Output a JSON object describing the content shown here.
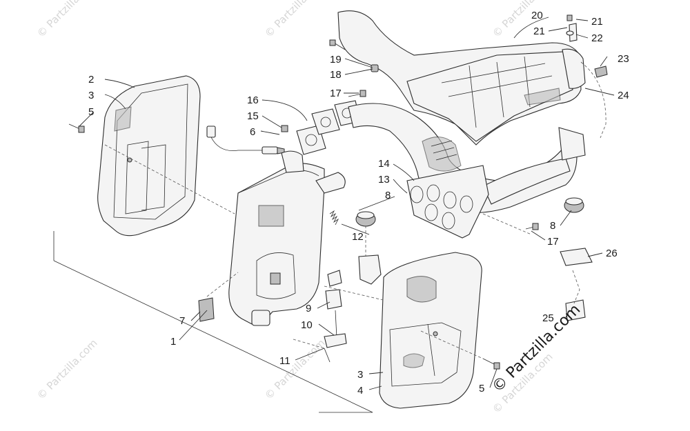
{
  "watermarks": [
    "© Partzilla",
    "© Partzilla",
    "© Partzilla",
    "© Partzilla.com",
    "© Partzilla.com",
    "© Partzilla.com"
  ],
  "brand_mark": "© Partzilla.com",
  "callouts": {
    "c1": "1",
    "c2": "2",
    "c3a": "3",
    "c5a": "5",
    "c6": "6",
    "c7": "7",
    "c8a": "8",
    "c8b": "8",
    "c9": "9",
    "c10": "10",
    "c11": "11",
    "c12": "12",
    "c13": "13",
    "c14": "14",
    "c15": "15",
    "c16": "16",
    "c17a": "17",
    "c17b": "17",
    "c18": "18",
    "c19": "19",
    "c20": "20",
    "c21a": "21",
    "c21b": "21",
    "c22": "22",
    "c23": "23",
    "c24": "24",
    "c25": "25",
    "c26": "26",
    "c3b": "3",
    "c4": "4",
    "c5b": "5"
  }
}
